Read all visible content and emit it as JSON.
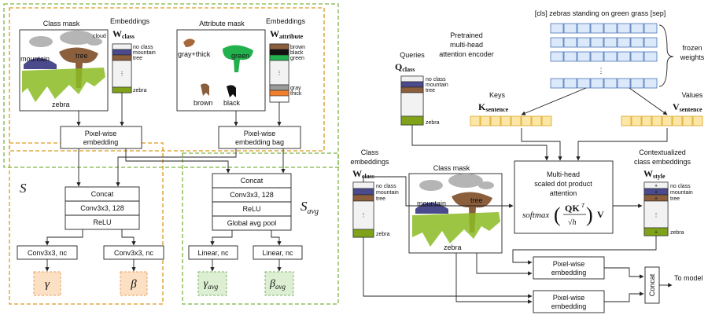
{
  "left": {
    "class_mask": {
      "title": "Class mask",
      "labels": {
        "cloud": "cloud",
        "tree": "tree",
        "mountain": "mountain",
        "zebra": "zebra"
      }
    },
    "class_embeddings": {
      "caption": "Embeddings",
      "symbol": "W",
      "subscript": "class",
      "rows": [
        "no class",
        "mountain",
        "tree",
        "zebra"
      ]
    },
    "attribute_mask": {
      "title": "Attribute mask",
      "labels": {
        "gray_thick": "gray+thick",
        "green": "green",
        "brown": "brown",
        "black": "black"
      }
    },
    "attribute_embeddings": {
      "caption": "Embeddings",
      "symbol": "W",
      "subscript": "attribute",
      "rows": [
        "brown",
        "black",
        "green",
        "gray",
        "thick"
      ]
    },
    "pixel_embedding": "Pixel-wise\nembedding",
    "pixel_embedding_bag": "Pixel-wise\nembedding bag",
    "s_branch": {
      "label": "S",
      "stack": [
        "Concat",
        "Conv3x3, 128",
        "ReLU"
      ],
      "heads": [
        "Conv3x3, nc",
        "Conv3x3, nc"
      ],
      "outputs": [
        "γ",
        "β"
      ]
    },
    "savg_branch": {
      "label": "S",
      "label_sub": "avg",
      "stack": [
        "Concat",
        "Conv3x3, 128",
        "ReLU",
        "Global avg pool"
      ],
      "heads": [
        "Linear, nc",
        "Linear, nc"
      ],
      "outputs": [
        "γ",
        "β"
      ],
      "output_sub": "avg"
    }
  },
  "right": {
    "sentence": "[cls] zebras standing on green grass [sep]",
    "encoder_label": "Pretrained\nmulti-head\nattention encoder",
    "frozen_label": "frozen\nweights",
    "queries": {
      "caption": "Queries",
      "symbol": "Q",
      "subscript": "class",
      "rows": [
        "no class",
        "mountain",
        "tree",
        "zebra"
      ]
    },
    "keys": {
      "caption": "Keys",
      "symbol": "K",
      "subscript": "sentence"
    },
    "values": {
      "caption": "Values",
      "symbol": "V",
      "subscript": "sentence"
    },
    "class_embeddings": {
      "caption": "Class\nembeddings",
      "symbol": "W",
      "subscript": "class",
      "rows": [
        "no class",
        "mountain",
        "tree",
        "zebra"
      ]
    },
    "class_mask": {
      "title": "Class mask",
      "labels": {
        "tree": "tree",
        "mountain": "mountain",
        "zebra": "zebra"
      }
    },
    "attention_box": {
      "line1": "Multi-head",
      "line2": "scaled dot product",
      "line3": "attention",
      "formula_prefix": "softmax",
      "formula_num": "QK",
      "formula_sup": "T",
      "formula_den": "√h",
      "formula_suffix": "V"
    },
    "contextualized": {
      "caption": "Contextualized\nclass embeddings",
      "symbol": "W",
      "subscript": "style",
      "rows": [
        "no class",
        "mountain",
        "tree",
        "zebra"
      ],
      "plus": "+"
    },
    "pixel_embedding_1": "Pixel-wise\nembedding",
    "pixel_embedding_2": "Pixel-wise\nembedding",
    "concat": "Concat",
    "to_model": "To model"
  },
  "colors": {
    "orange": "#d99a1f",
    "green_dash": "#7cb342",
    "gamma_fill": "#fbe0c4",
    "gamma_stroke": "#e8a15c",
    "avg_fill": "#dcefd2",
    "avg_stroke": "#7cb36a",
    "token_fill": "#fbe6a6",
    "token_stroke": "#d9a420",
    "enc_fill": "#dbe9fb",
    "enc_stroke": "#4a74b5",
    "purple": "#4b4a8c",
    "brown": "#8b5e3c",
    "olive": "#7fa21a",
    "zebra_green": "#8bbb23"
  }
}
